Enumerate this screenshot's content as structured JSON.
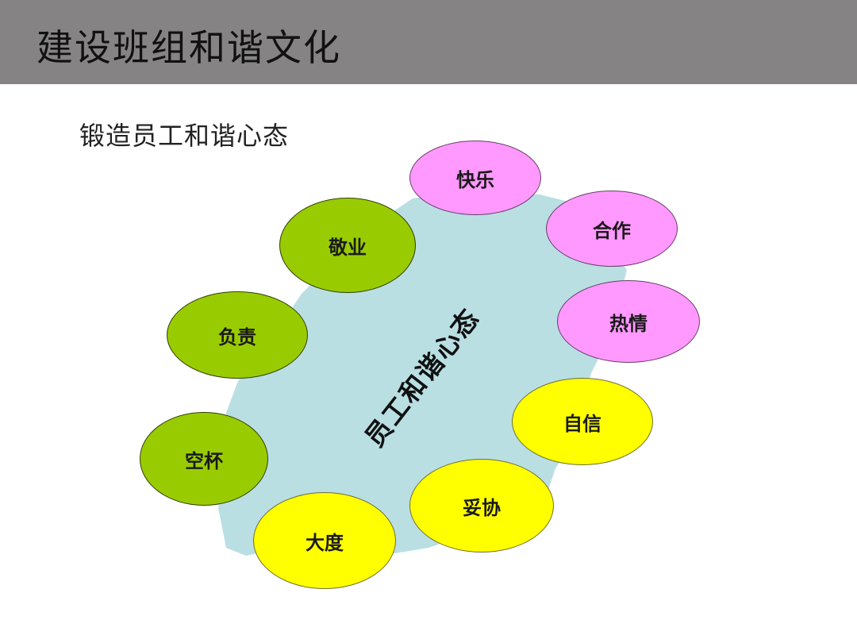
{
  "header": {
    "title": "建设班组和谐文化",
    "background": "#858384"
  },
  "subtitle": "锻造员工和谐心态",
  "diagram": {
    "center_label": "员工和谐心态",
    "center_color": "#b9dfe3",
    "nodes": [
      {
        "label": "快乐",
        "color": "#ff99ff",
        "group": "pink"
      },
      {
        "label": "合作",
        "color": "#ff99ff",
        "group": "pink"
      },
      {
        "label": "热情",
        "color": "#ff99ff",
        "group": "pink"
      },
      {
        "label": "自信",
        "color": "#ffff00",
        "group": "yellow"
      },
      {
        "label": "妥协",
        "color": "#ffff00",
        "group": "yellow"
      },
      {
        "label": "大度",
        "color": "#ffff00",
        "group": "yellow"
      },
      {
        "label": "空杯",
        "color": "#99cc00",
        "group": "green"
      },
      {
        "label": "负责",
        "color": "#99cc00",
        "group": "green"
      },
      {
        "label": "敬业",
        "color": "#99cc00",
        "group": "green"
      }
    ]
  }
}
